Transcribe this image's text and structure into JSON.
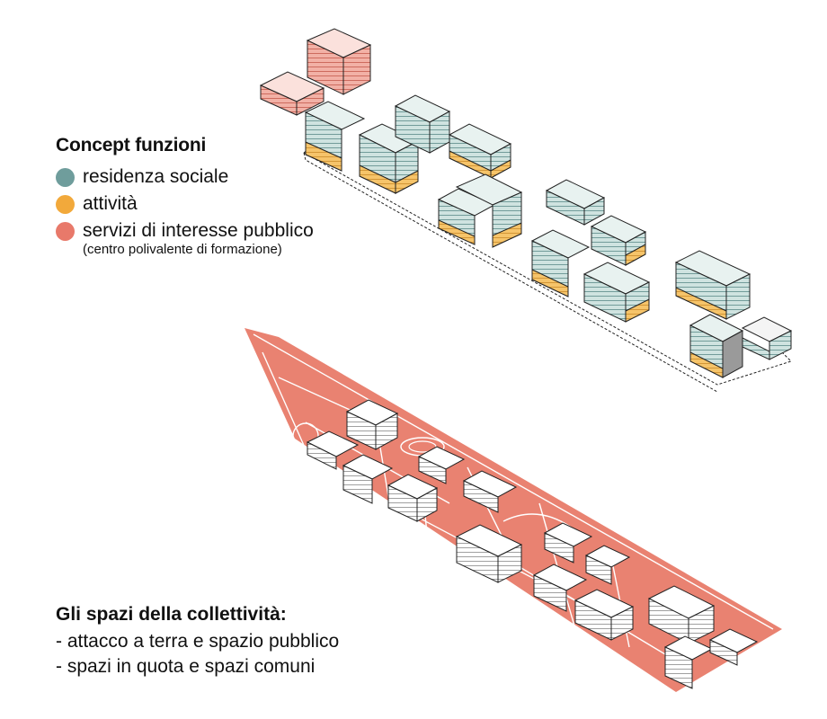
{
  "legend": {
    "title": "Concept funzioni",
    "items": [
      {
        "label": "residenza sociale",
        "color": "#6f9d9c"
      },
      {
        "label": "attività",
        "color": "#f2a93b"
      },
      {
        "label": "servizi di interesse pubblico",
        "color": "#e8796a"
      }
    ],
    "note": "(centro polivalente di formazione)"
  },
  "caption": {
    "title": "Gli spazi della collettività:",
    "lines": [
      "- attacco a terra e spazio pubblico",
      "- spazi in quota e spazi comuni"
    ]
  },
  "colors": {
    "residential": "#cfe3e0",
    "residential_dark": "#7aa3a1",
    "activity": "#f6c46a",
    "service": "#f2a699",
    "ground": "#e98271",
    "line": "#222222"
  }
}
